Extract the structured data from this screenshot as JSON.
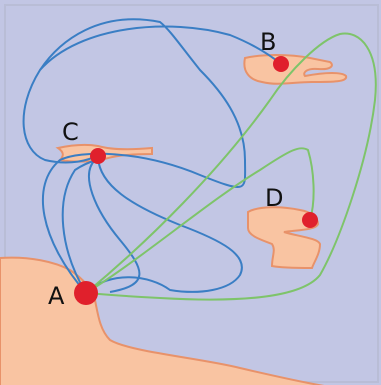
{
  "colors": {
    "background": "#c2c6e4",
    "frame": "#b9bdd6",
    "land_fill": "#f9c4a2",
    "land_stroke": "#e8926a",
    "blue_route": "#3a7ec4",
    "green_route": "#7ec46a",
    "point": "#e0202c"
  },
  "points": [
    {
      "id": "A",
      "label": "A"
    },
    {
      "id": "B",
      "label": "B"
    },
    {
      "id": "C",
      "label": "C"
    },
    {
      "id": "D",
      "label": "D"
    }
  ]
}
